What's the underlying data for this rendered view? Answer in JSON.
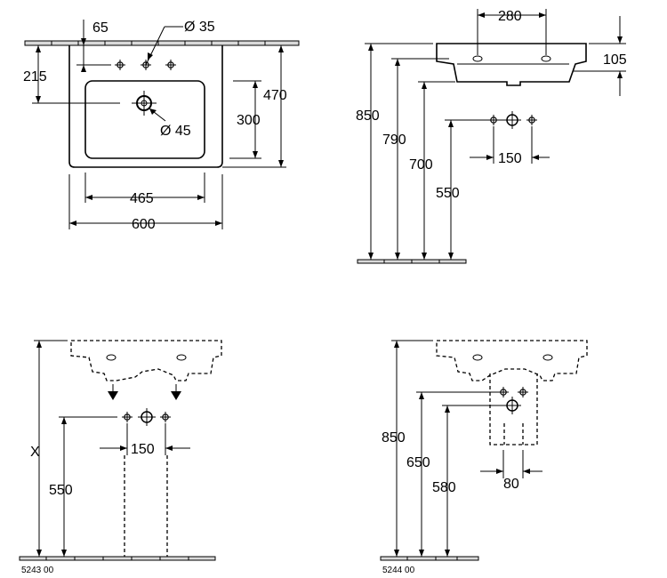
{
  "view_top": {
    "d_65": "65",
    "d_215": "215",
    "d_465": "465",
    "d_600": "600",
    "d_470": "470",
    "d_300": "300",
    "tap_hole": "Ø 35",
    "waste_hole": "Ø 45"
  },
  "view_side": {
    "d_280": "280",
    "d_105": "105",
    "d_850": "850",
    "d_790": "790",
    "d_700": "700",
    "d_550": "550",
    "d_150": "150"
  },
  "view_pedestal": {
    "d_x": "X",
    "d_550": "550",
    "d_150": "150",
    "article": "5243 00"
  },
  "view_semipedestal": {
    "d_850": "850",
    "d_650": "650",
    "d_580": "580",
    "d_80": "80",
    "article": "5244 00"
  }
}
